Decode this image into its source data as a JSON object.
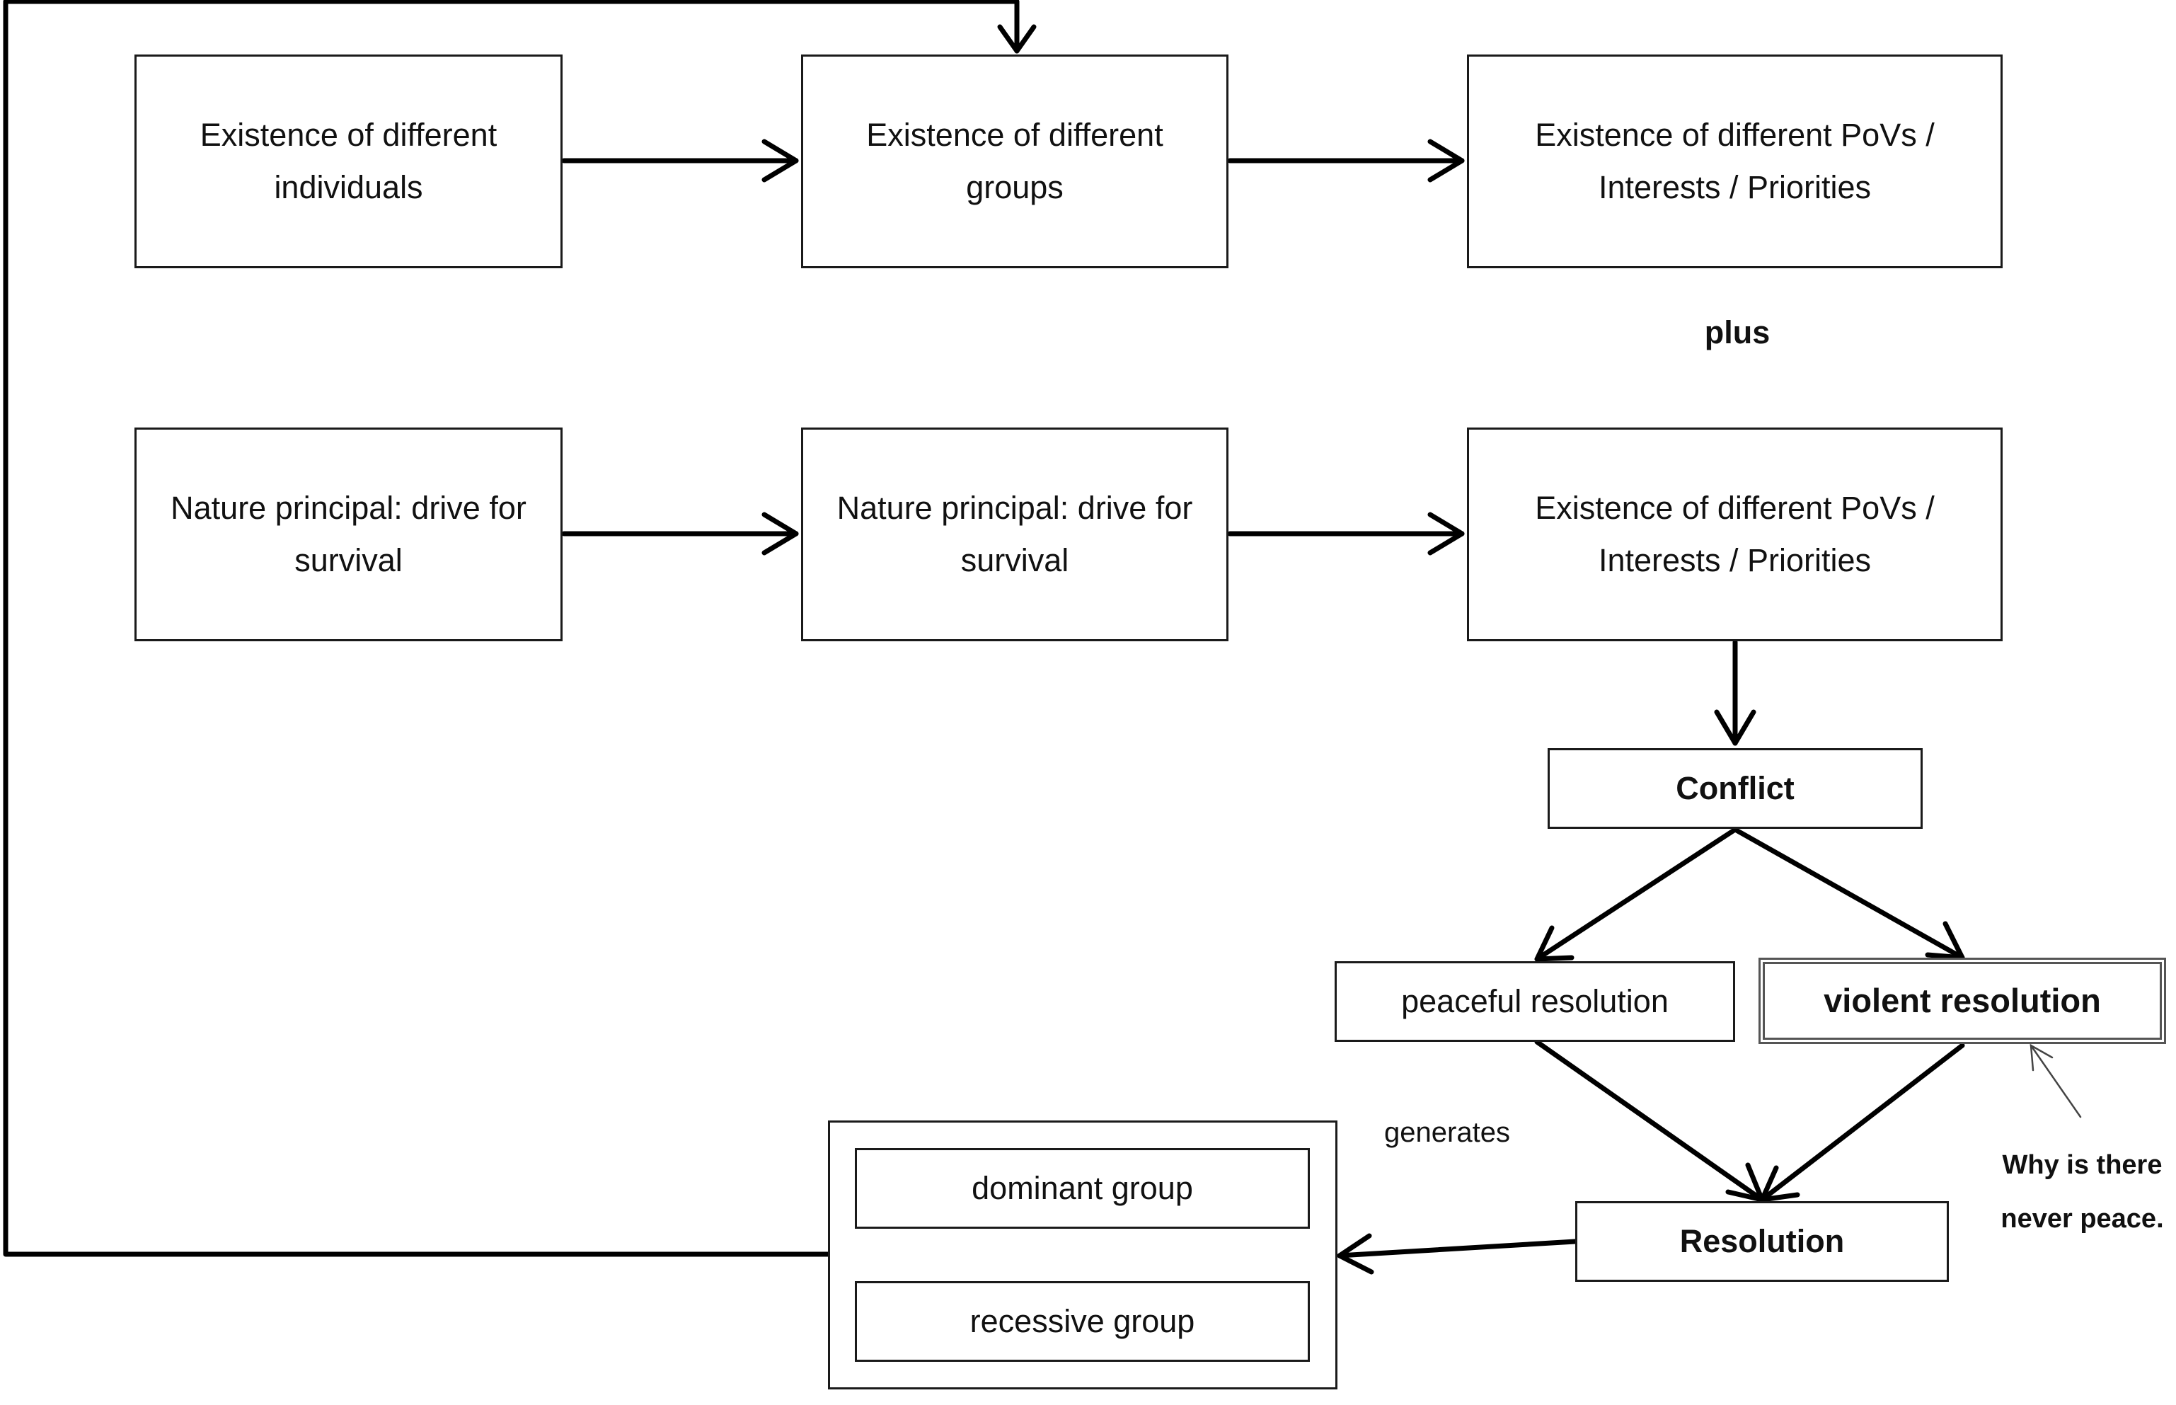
{
  "boxes": {
    "individuals": "Existence of different individuals",
    "groups": "Existence of different groups",
    "povs_top": "Existence of different PoVs / Interests / Priorities",
    "nature_1": "Nature principal: drive for survival",
    "nature_2": "Nature principal: drive for survival",
    "povs_bottom": "Existence of different PoVs / Interests / Priorities",
    "conflict": "Conflict",
    "peaceful": "peaceful resolution",
    "violent": "violent resolution",
    "resolution": "Resolution",
    "dominant": "dominant group",
    "recessive": "recessive group"
  },
  "labels": {
    "plus": "plus",
    "generates": "generates",
    "annotation_line1": "Why is there",
    "annotation_line2": "never peace."
  },
  "colors": {
    "stroke": "#000000",
    "violent_border": "#555555"
  }
}
